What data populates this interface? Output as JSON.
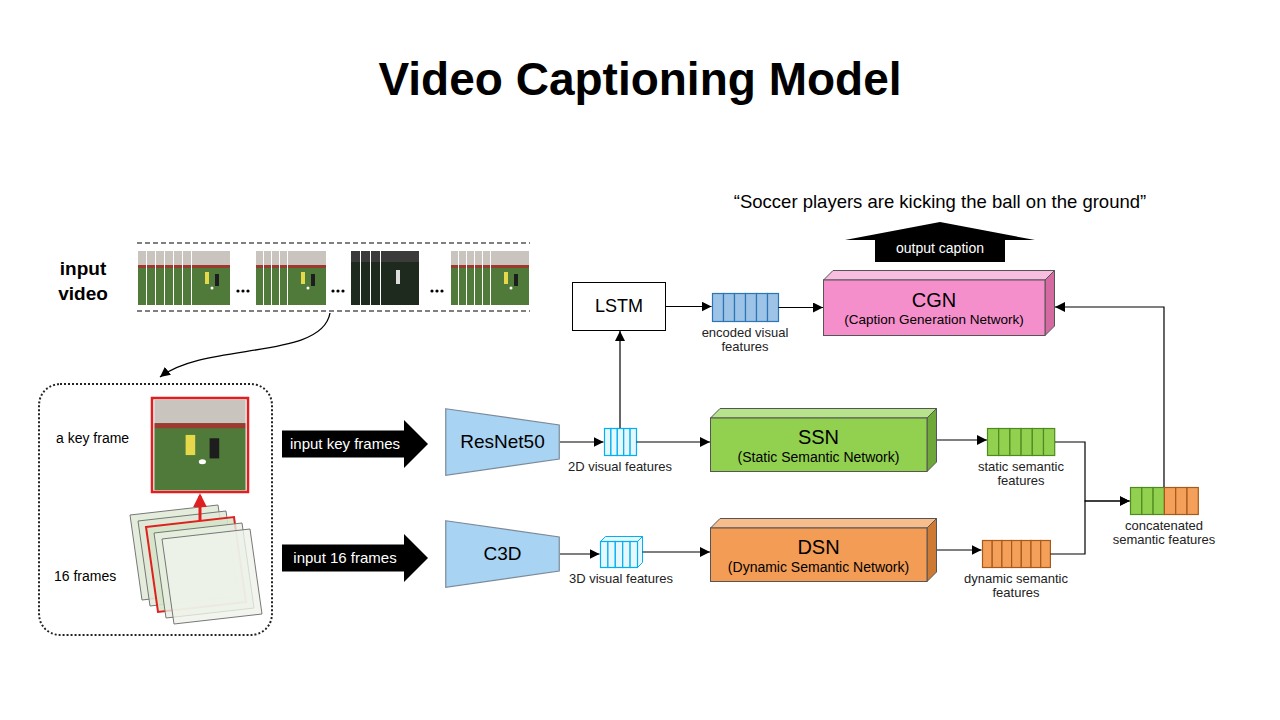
{
  "diagram": {
    "title": "Video Captioning Model",
    "nodes": [
      {
        "text": [
          "output caption"
        ]
      },
      {
        "text": [
          "LSTM"
        ]
      },
      {
        "text": [
          "encoded visual features"
        ]
      },
      {
        "text": [
          "CGN",
          "(Caption Generation Network)"
        ]
      },
      {
        "text": [
          "a key frame",
          "16 frames"
        ]
      },
      {
        "text": [
          "input key frames"
        ]
      },
      {
        "text": [
          "ResNet50"
        ]
      },
      {
        "text": [
          "2D visual features"
        ]
      },
      {
        "text": [
          "SSN",
          "(Static Semantic Network)"
        ]
      },
      {
        "text": [
          "static semantic features"
        ]
      },
      {
        "text": [
          "concatenated semantic features"
        ]
      },
      {
        "text": [
          "input 16 frames"
        ]
      },
      {
        "text": [
          "C3D"
        ]
      },
      {
        "text": [
          "3D visual features"
        ]
      },
      {
        "text": [
          "DSN",
          "(Dynamic Semantic Network)"
        ]
      },
      {
        "text": [
          "dynamic semantic features"
        ]
      }
    ],
    "edges": [
      {
        "from": 1,
        "to": 2,
        "arrow": "to"
      },
      {
        "from": 2,
        "to": 3,
        "arrow": "to"
      },
      {
        "from": 6,
        "to": 7,
        "arrow": "to"
      },
      {
        "from": 7,
        "to": 1,
        "arrow": "to"
      },
      {
        "from": 7,
        "to": 8,
        "arrow": "to"
      },
      {
        "from": 8,
        "to": 9,
        "arrow": "to"
      },
      {
        "from": 9,
        "to": 10,
        "arrow": "to"
      },
      {
        "from": 12,
        "to": 13,
        "arrow": "to"
      },
      {
        "from": 13,
        "to": 14,
        "arrow": "to"
      },
      {
        "from": 14,
        "to": 15,
        "arrow": "to"
      },
      {
        "from": 15,
        "to": 10,
        "arrow": "to"
      },
      {
        "from": 10,
        "to": 3,
        "arrow": "to"
      }
    ],
    "labels": [
      "“Soccer players are kicking the ball on the ground”",
      "input video"
    ]
  }
}
